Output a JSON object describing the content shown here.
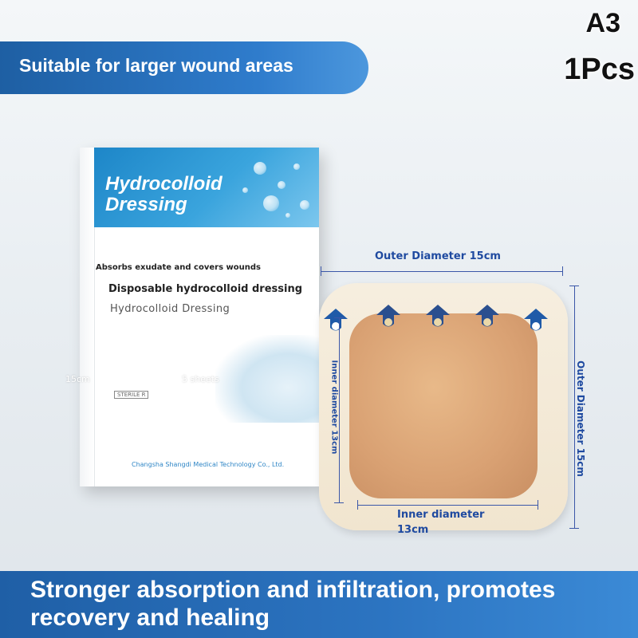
{
  "header": {
    "tagline": "Suitable for larger wound areas",
    "model": "A3",
    "quantity": "1Pcs"
  },
  "box": {
    "title_line1": "Hydrocolloid",
    "title_line2": "Dressing",
    "absorbs": "Absorbs exudate and covers wounds",
    "disposable": "Disposable hydrocolloid dressing",
    "subtitle": "Hydrocolloid Dressing",
    "size_label": "15cm",
    "sheets_label": "5 sheets",
    "sterile": "STERILE R",
    "company": "Changsha Shangdi Medical Technology Co., Ltd."
  },
  "dressing": {
    "outer_top": "Outer Diameter 15cm",
    "outer_right": "Outer Diameter 15cm",
    "inner_left": "Inner diameter 13cm",
    "inner_bottom_line1": "Inner diameter",
    "inner_bottom_line2": "13cm"
  },
  "footer": {
    "text": "Stronger absorption and infiltration, promotes recovery and healing"
  },
  "colors": {
    "brand_blue": "#2c74c1",
    "label_blue": "#1f4aa0",
    "pad_outer": "#f3e8d3",
    "pad_inner": "#d9a173"
  }
}
